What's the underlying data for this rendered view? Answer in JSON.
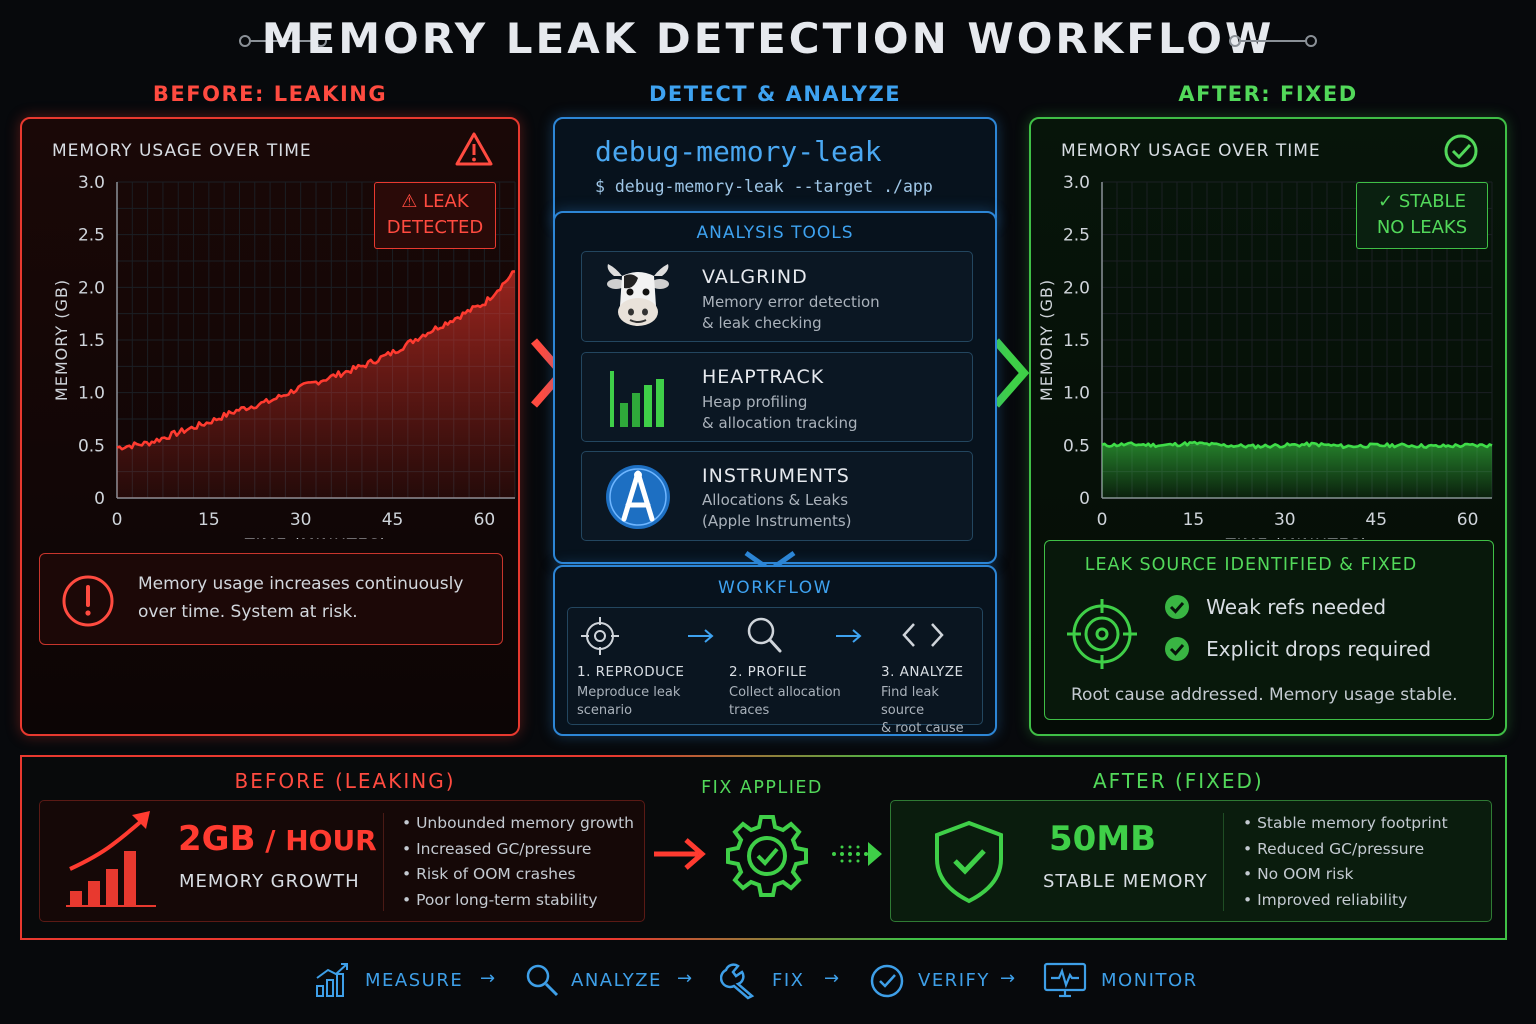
{
  "title": "MEMORY LEAK DETECTION WORKFLOW",
  "columns": {
    "before": "BEFORE: LEAKING",
    "detect": "DETECT & ANALYZE",
    "after": "AFTER: FIXED"
  },
  "before_panel": {
    "chart_title": "MEMORY USAGE OVER TIME",
    "badge_line1": "⚠ LEAK",
    "badge_line2": "DETECTED",
    "alert_line1": "Memory usage increases continuously",
    "alert_line2": "over time. System at risk."
  },
  "detect_panel": {
    "command_name": "debug-memory-leak",
    "command_line": "$ debug-memory-leak --target ./app",
    "tools_title": "ANALYSIS TOOLS",
    "tools": [
      {
        "name": "VALGRIND",
        "desc1": "Memory error detection",
        "desc2": "& leak checking",
        "icon": "cow-icon"
      },
      {
        "name": "HEAPTRACK",
        "desc1": "Heap profiling",
        "desc2": "& allocation tracking",
        "icon": "bar-chart-icon"
      },
      {
        "name": "INSTRUMENTS",
        "desc1": "Allocations & Leaks",
        "desc2": "(Apple Instruments)",
        "icon": "instruments-icon"
      }
    ],
    "workflow_title": "WORKFLOW",
    "steps": [
      {
        "label": "1. REPRODUCE",
        "desc1": "Meproduce leak",
        "desc2": "scenario",
        "icon": "crosshair-icon"
      },
      {
        "label": "2. PROFILE",
        "desc1": "Collect allocation",
        "desc2": "traces",
        "icon": "magnifier-icon"
      },
      {
        "label": "3. ANALYZE",
        "desc1": "Find leak source",
        "desc2": "& root cause",
        "icon": "code-brackets-icon"
      }
    ]
  },
  "after_panel": {
    "chart_title": "MEMORY USAGE OVER TIME",
    "badge_line1": "✓ STABLE",
    "badge_line2": "NO LEAKS",
    "fix_title": "LEAK SOURCE IDENTIFIED & FIXED",
    "fix_items": [
      "Weak refs needed",
      "Explicit drops required"
    ],
    "fix_summary": "Root cause addressed. Memory usage stable."
  },
  "summary": {
    "before_title": "BEFORE (LEAKING)",
    "before_value": "2GB",
    "before_unit": " / HOUR",
    "before_caption": "MEMORY GROWTH",
    "before_bullets": [
      "Unbounded memory growth",
      "Increased GC/pressure",
      "Risk of OOM crashes",
      "Poor long-term stability"
    ],
    "fix_label": "FIX APPLIED",
    "after_title": "AFTER (FIXED)",
    "after_value": "50MB",
    "after_caption": "STABLE MEMORY",
    "after_bullets": [
      "Stable memory footprint",
      "Reduced GC/pressure",
      "No OOM risk",
      "Improved reliability"
    ]
  },
  "footer": [
    "MEASURE",
    "ANALYZE",
    "FIX",
    "VERIFY",
    "MONITOR"
  ],
  "colors": {
    "red": "#ff4b40",
    "blue": "#3ea2f0",
    "green": "#52d85a"
  },
  "chart_data": [
    {
      "type": "area",
      "title": "MEMORY USAGE OVER TIME",
      "xlabel": "TIME (MINUTES)",
      "ylabel": "MEMORY (GB)",
      "x_ticks": [
        "0",
        "15",
        "30",
        "45",
        "60"
      ],
      "y_ticks": [
        "0",
        "0.5",
        "1.0",
        "1.5",
        "2.0",
        "2.5",
        "3.0"
      ],
      "xlim": [
        0,
        65
      ],
      "ylim": [
        0,
        3.0
      ],
      "x": [
        0,
        5,
        10,
        15,
        20,
        25,
        30,
        35,
        40,
        45,
        50,
        55,
        60,
        65
      ],
      "values": [
        0.48,
        0.52,
        0.62,
        0.72,
        0.84,
        0.92,
        1.05,
        1.15,
        1.25,
        1.38,
        1.55,
        1.7,
        1.85,
        2.15
      ],
      "color": "#ff3b30"
    },
    {
      "type": "area",
      "title": "MEMORY USAGE OVER TIME",
      "xlabel": "TIME (MINUTES)",
      "ylabel": "MEMORY (GB)",
      "x_ticks": [
        "0",
        "15",
        "30",
        "45",
        "60"
      ],
      "y_ticks": [
        "0",
        "0.5",
        "1.0",
        "1.5",
        "2.0",
        "2.5",
        "3.0"
      ],
      "xlim": [
        0,
        64
      ],
      "ylim": [
        0,
        3.0
      ],
      "x": [
        0,
        5,
        10,
        15,
        20,
        25,
        30,
        35,
        40,
        45,
        50,
        55,
        60,
        64
      ],
      "values": [
        0.5,
        0.51,
        0.5,
        0.52,
        0.5,
        0.49,
        0.5,
        0.51,
        0.49,
        0.5,
        0.5,
        0.49,
        0.5,
        0.5
      ],
      "color": "#3fdc48"
    }
  ]
}
